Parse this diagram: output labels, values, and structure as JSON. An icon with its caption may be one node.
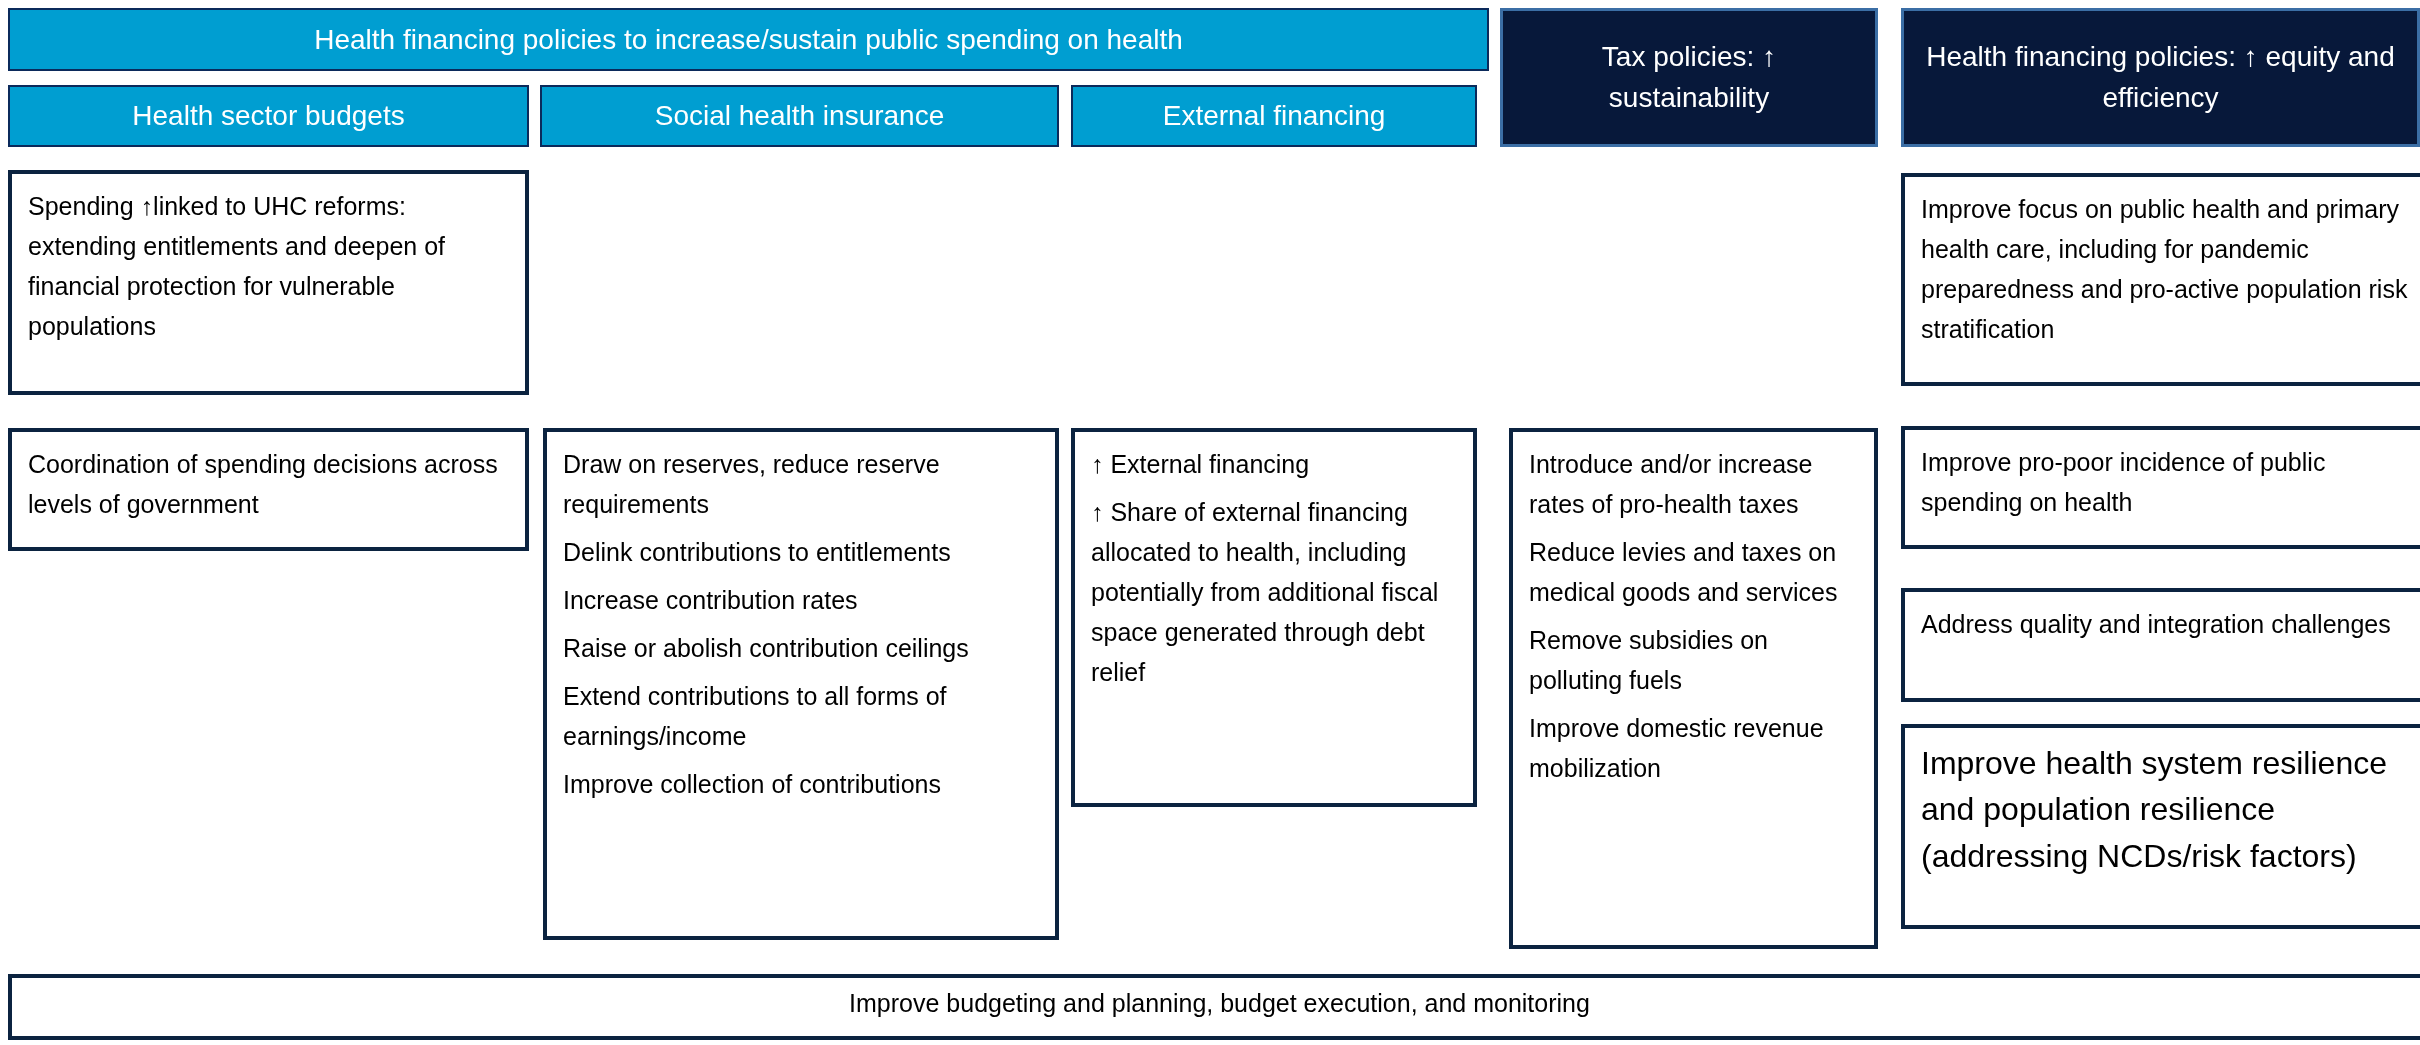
{
  "diagram": {
    "nodes": [
      {
        "text": [
          "Health financing policies to increase/sustain public spending on health"
        ]
      },
      {
        "text": [
          "Health sector budgets"
        ]
      },
      {
        "text": [
          "Social health insurance"
        ]
      },
      {
        "text": [
          "External financing"
        ]
      },
      {
        "text": [
          "Tax policies: ↑ sustainability"
        ]
      },
      {
        "text": [
          "Health financing policies: ↑ equity and efficiency"
        ]
      },
      {
        "text": [
          "Spending ↑linked to UHC reforms: extending entitlements and deepen of financial protection for vulnerable populations"
        ]
      },
      {
        "text": [
          "Improve focus on public health and primary health care, including for pandemic preparedness and pro-active population risk stratification"
        ]
      },
      {
        "text": [
          "Coordination of spending decisions across levels of government"
        ]
      },
      {
        "text": [
          "Draw on reserves, reduce reserve requirements",
          "Delink contributions to entitlements",
          "Increase contribution rates",
          "Raise or abolish contribution ceilings",
          "Extend contributions to all forms of earnings/income",
          "Improve collection of contributions"
        ]
      },
      {
        "text": [
          "↑ External financing",
          "↑ Share of external financing allocated to health, including potentially from additional fiscal space generated through debt relief"
        ]
      },
      {
        "text": [
          "Introduce and/or increase rates of pro-health taxes",
          "Reduce levies and taxes on medical goods and services",
          "Remove subsidies on polluting fuels",
          "Improve domestic revenue mobilization"
        ]
      },
      {
        "text": [
          "Improve pro-poor incidence of public spending on health"
        ]
      },
      {
        "text": [
          "Address quality and integration challenges"
        ]
      },
      {
        "text": [
          "Improve health system resilience and population resilience (addressing NCDs/risk factors)"
        ]
      },
      {
        "text": [
          "Improve budgeting and planning, budget execution, and monitoring"
        ]
      }
    ]
  }
}
